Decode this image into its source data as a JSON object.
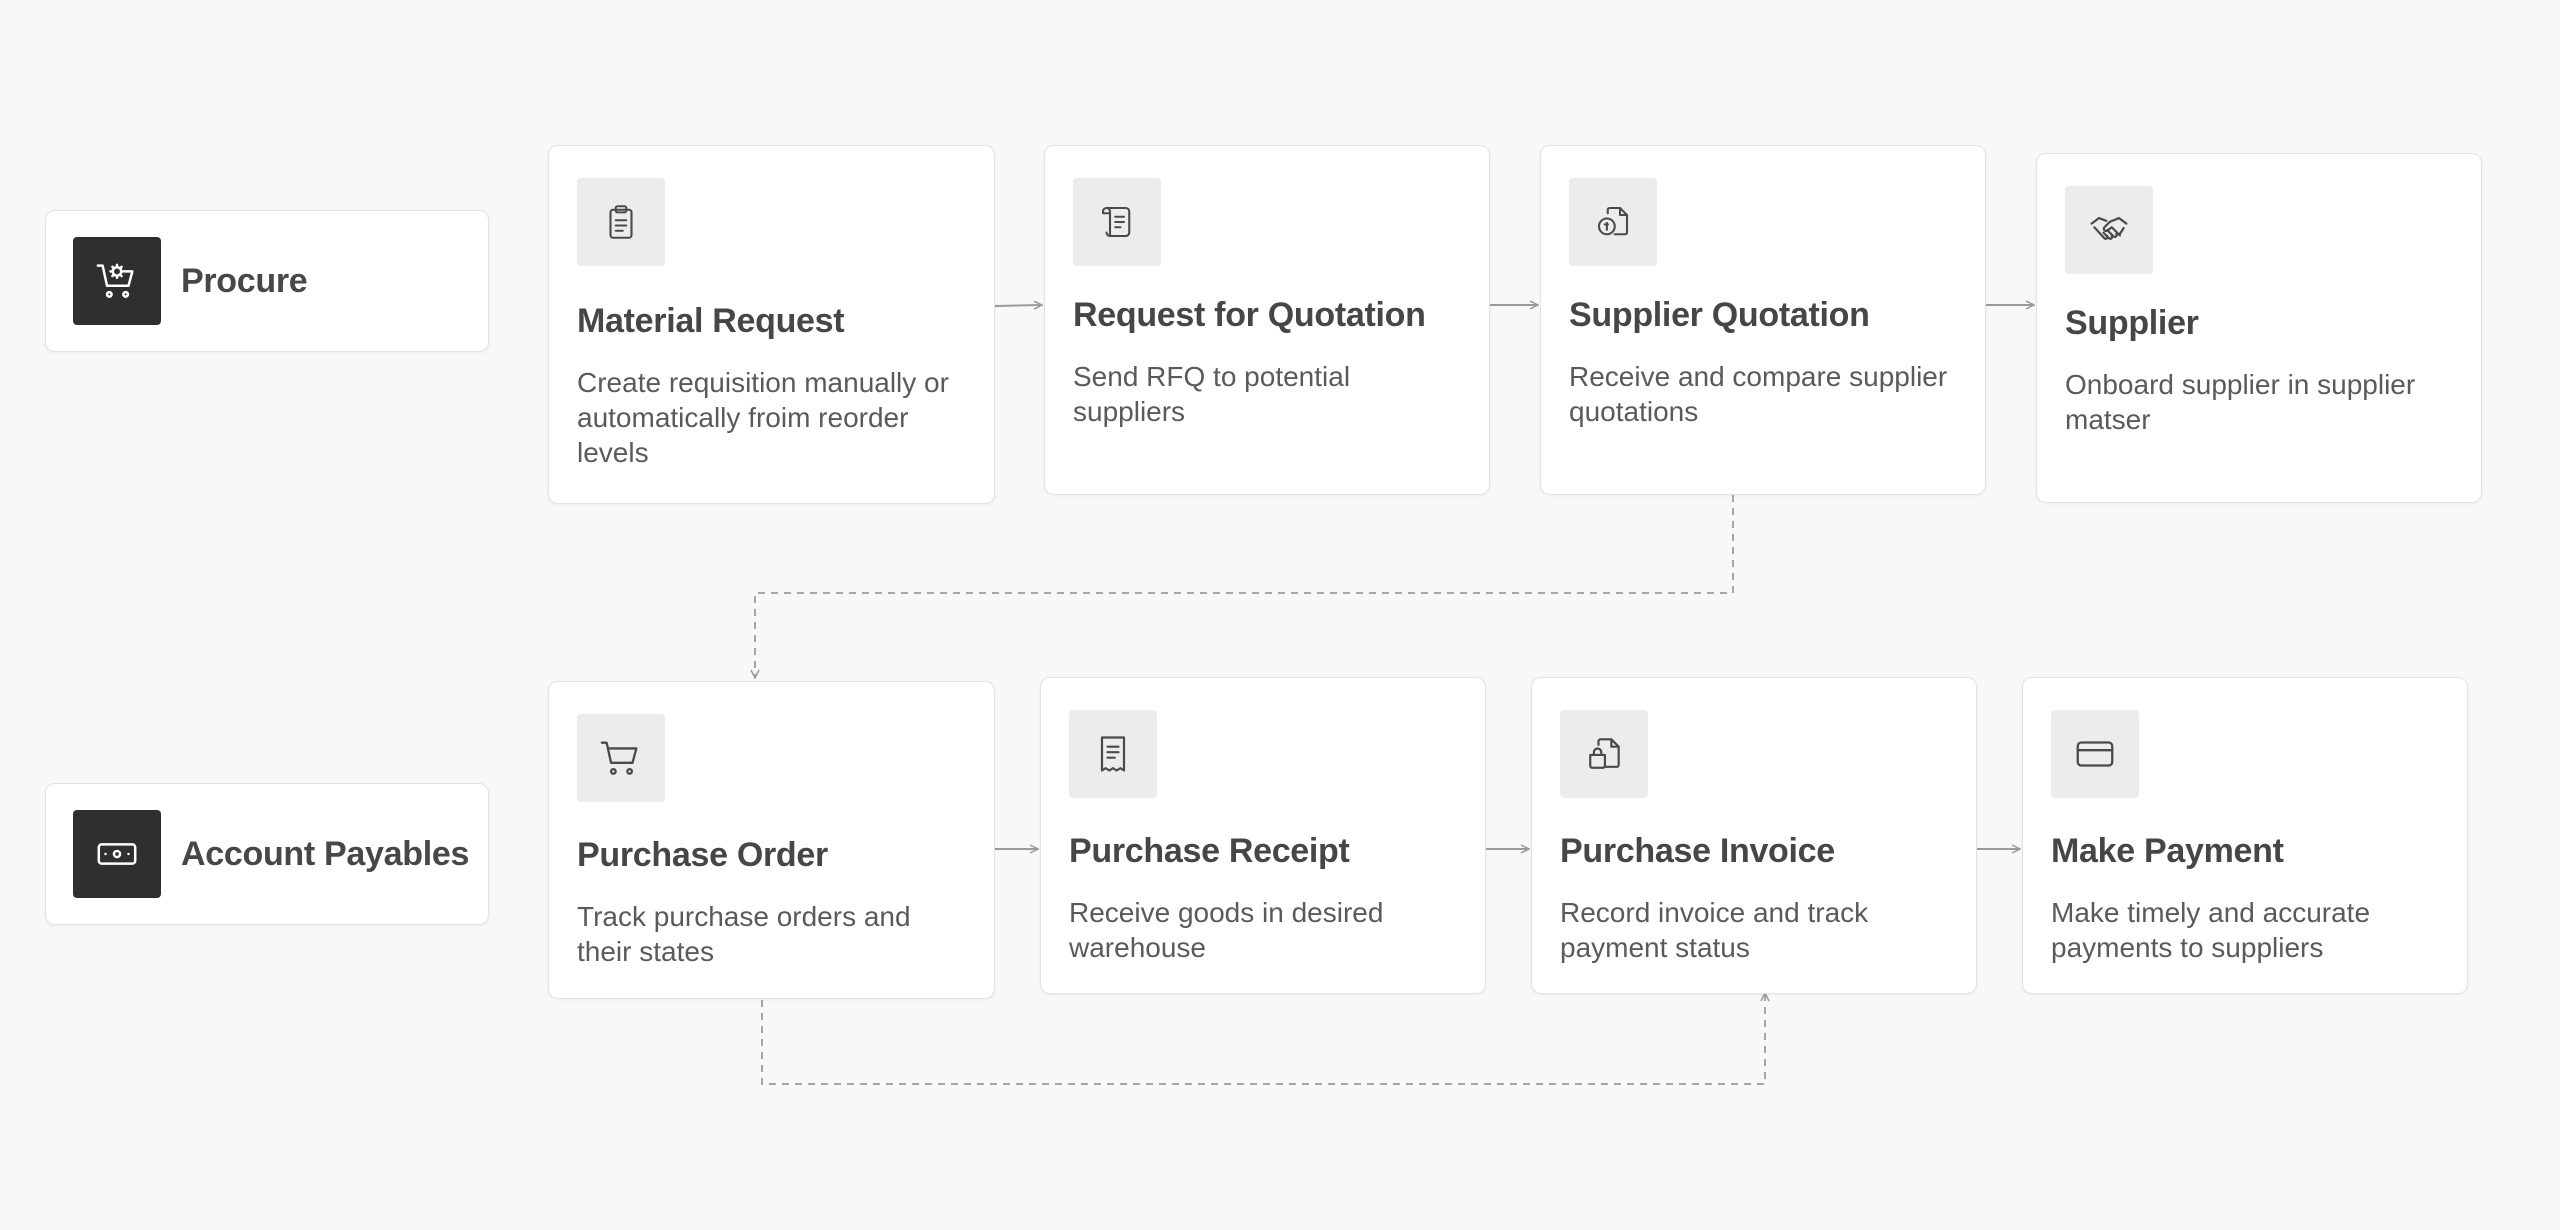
{
  "sections": [
    {
      "id": "procure",
      "label": "Procure",
      "icon": "cart-gear-icon"
    },
    {
      "id": "payables",
      "label": "Account Payables",
      "icon": "cash-icon"
    }
  ],
  "steps": [
    {
      "id": "material-request",
      "title": "Material Request",
      "description": "Create requisition manually or automatically froim reorder levels",
      "icon": "clipboard-icon"
    },
    {
      "id": "rfq",
      "title": "Request for Quotation",
      "description": "Send RFQ to potential suppliers",
      "icon": "scroll-icon"
    },
    {
      "id": "supplier-quotation",
      "title": "Supplier Quotation",
      "description": "Receive and compare supplier quotations",
      "icon": "quote-document-icon"
    },
    {
      "id": "supplier",
      "title": "Supplier",
      "description": "Onboard supplier in supplier matser",
      "icon": "handshake-icon"
    },
    {
      "id": "purchase-order",
      "title": "Purchase Order",
      "description": "Track purchase orders and their states",
      "icon": "cart-icon"
    },
    {
      "id": "purchase-receipt",
      "title": "Purchase Receipt",
      "description": "Receive goods in desired warehouse",
      "icon": "receipt-icon"
    },
    {
      "id": "purchase-invoice",
      "title": "Purchase Invoice",
      "description": "Record invoice and track payment status",
      "icon": "invoice-icon"
    },
    {
      "id": "make-payment",
      "title": "Make Payment",
      "description": "Make timely and accurate payments to suppliers",
      "icon": "credit-card-icon"
    }
  ],
  "connectors": [
    {
      "from": "material-request",
      "to": "rfq",
      "style": "solid"
    },
    {
      "from": "rfq",
      "to": "supplier-quotation",
      "style": "solid"
    },
    {
      "from": "supplier-quotation",
      "to": "supplier",
      "style": "solid"
    },
    {
      "from": "supplier-quotation",
      "to": "purchase-order",
      "style": "dashed"
    },
    {
      "from": "purchase-order",
      "to": "purchase-receipt",
      "style": "solid"
    },
    {
      "from": "purchase-receipt",
      "to": "purchase-invoice",
      "style": "solid"
    },
    {
      "from": "purchase-invoice",
      "to": "make-payment",
      "style": "solid"
    },
    {
      "from": "purchase-order",
      "to": "purchase-invoice",
      "style": "dashed"
    }
  ],
  "colors": {
    "background": "#f8f8f8",
    "card": "#ffffff",
    "section_icon_bg": "#2f2f2f",
    "step_icon_bg": "#ececec",
    "connector": "#9a9a9a"
  }
}
